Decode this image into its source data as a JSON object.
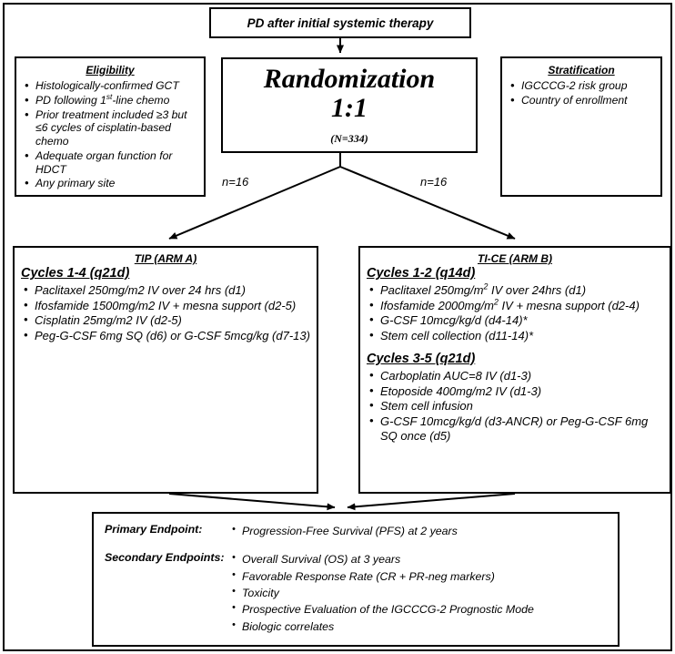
{
  "top_box": {
    "text": "PD after initial systemic therapy"
  },
  "eligibility": {
    "title": "Eligibility",
    "items": [
      "Histologically-confirmed GCT",
      "PD following 1st-line chemo",
      "Prior treatment included ≥3 but ≤6 cycles of cisplatin-based chemo",
      "Adequate organ function for HDCT",
      "Any primary site"
    ]
  },
  "randomization": {
    "line1": "Randomization",
    "line2": "1:1",
    "n": "(N=334)"
  },
  "stratification": {
    "title": "Stratification",
    "items": [
      "IGCCCG-2 risk group",
      "Country of enrollment"
    ]
  },
  "arrows": {
    "left_label": "n=16",
    "right_label": "n=16"
  },
  "arm_a": {
    "title": "TIP (ARM A)",
    "sections": [
      {
        "heading": "Cycles 1-4 (q21d)",
        "items": [
          "Paclitaxel 250mg/m2 IV over 24 hrs (d1)",
          "Ifosfamide 1500mg/m2 IV + mesna support (d2-5)",
          "Cisplatin 25mg/m2 IV (d2-5)",
          "Peg-G-CSF 6mg SQ (d6) or G-CSF 5mcg/kg (d7-13)"
        ]
      }
    ]
  },
  "arm_b": {
    "title": "TI-CE  (ARM B)",
    "sections": [
      {
        "heading": "Cycles 1-2 (q14d)",
        "items": [
          "Paclitaxel 250mg/m² IV over 24hrs (d1)",
          "Ifosfamide 2000mg/m² IV + mesna support (d2-4)",
          "G-CSF 10mcg/kg/d (d4-14)*",
          "Stem cell collection (d11-14)*"
        ]
      },
      {
        "heading": "Cycles 3-5 (q21d)",
        "items": [
          "Carboplatin AUC=8 IV (d1-3)",
          "Etoposide 400mg/m2 IV (d1-3)",
          "Stem cell infusion",
          "G-CSF 10mcg/kg/d (d3-ANCR) or Peg-G-CSF 6mg SQ once (d5)"
        ]
      }
    ]
  },
  "endpoints": {
    "primary_label": "Primary Endpoint",
    "primary_colon": ":",
    "primary_items": [
      "Progression-Free Survival (PFS) at 2 years"
    ],
    "secondary_label": "Secondary Endpoints",
    "secondary_colon": ":",
    "secondary_items": [
      "Overall Survival (OS) at 3 years",
      "Favorable Response Rate (CR + PR-neg markers)",
      "Toxicity",
      "Prospective Evaluation of the IGCCCG-2 Prognostic Mode",
      "Biologic correlates"
    ]
  },
  "colors": {
    "line": "#000000",
    "background": "#ffffff"
  }
}
